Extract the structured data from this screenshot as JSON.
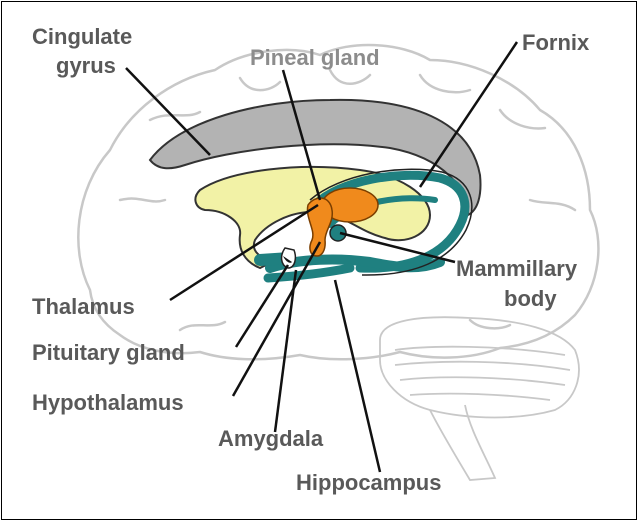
{
  "labels": {
    "cingulate_1": "Cingulate",
    "cingulate_2": "gyrus",
    "pineal": "Pineal gland",
    "fornix": "Fornix",
    "thalamus": "Thalamus",
    "mammillary_1": "Mammillary",
    "mammillary_2": "body",
    "pituitary": "Pituitary gland",
    "hypothalamus": "Hypothalamus",
    "amygdala": "Amygdala",
    "hippocampus": "Hippocampus"
  },
  "colors": {
    "cingulate": "#b3b3b3",
    "fornix_hippocampus": "#1f8080",
    "thalamus_region": "#f2f2a6",
    "pineal_hypothalamus": "#f08a1c",
    "brain_outline": "#c8c8c8",
    "label_text": "#595959"
  }
}
